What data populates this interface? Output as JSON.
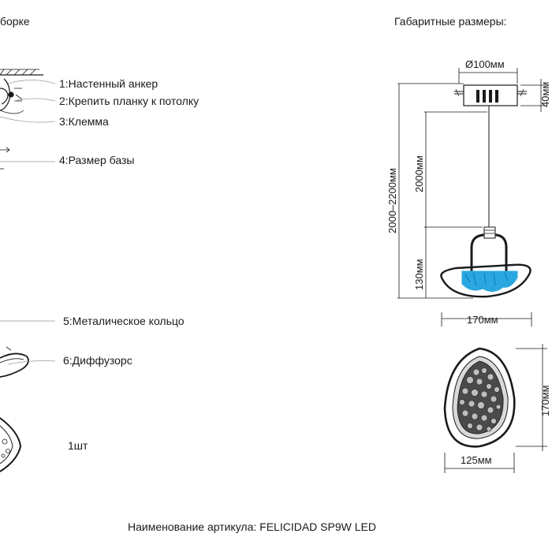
{
  "assembly": {
    "header_fragment": "борке",
    "parts": [
      {
        "label": "1:Настенный анкер"
      },
      {
        "label": "2:Крепить планку к потолку"
      },
      {
        "label": "3:Клемма"
      },
      {
        "label": "4:Размер базы"
      },
      {
        "label": "5:Металическое кольцо"
      },
      {
        "label": "6:Диффузорс"
      }
    ],
    "quantity": "1шт"
  },
  "dimensions": {
    "title": "Габаритные размеры:",
    "canopy_diameter": "Ø100мм",
    "canopy_height": "40мм",
    "total_height": "2000–2200мм",
    "cable_length": "2000мм",
    "lamp_height": "130мм",
    "lamp_width_side": "170мм",
    "lamp_width_front": "125мм",
    "lamp_height_front": "170мм"
  },
  "colors": {
    "line": "#1a1a1a",
    "gray": "#8a8a8a",
    "crystal": "#2aa7e0"
  },
  "footer": {
    "article": "Наименование артикула: FELICIDAD SP9W LED"
  }
}
